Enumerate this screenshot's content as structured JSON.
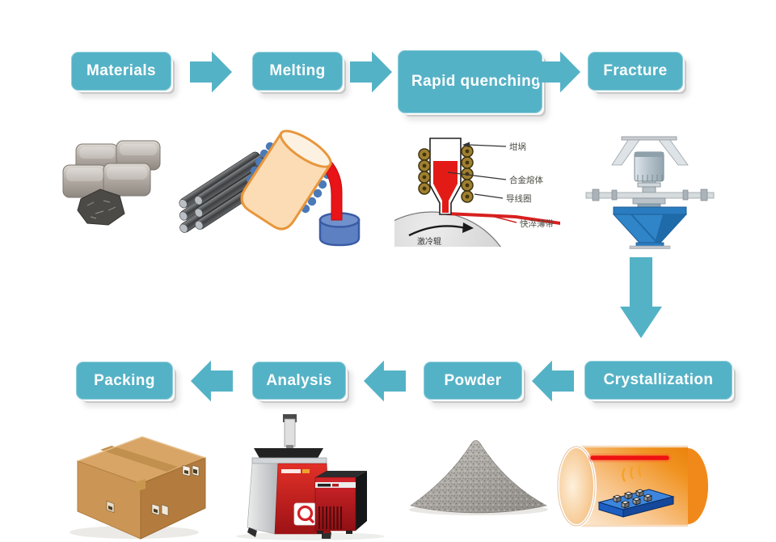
{
  "colors": {
    "box_fill": "#54b2c6",
    "box_text": "#ffffff",
    "arrow_fill": "#54b2c6",
    "page_bg": "#ffffff"
  },
  "flow": {
    "top_row": [
      {
        "id": "materials",
        "label": "Materials"
      },
      {
        "id": "melting",
        "label": "Melting"
      },
      {
        "id": "rapid-quenching",
        "label": "Rapid quenching"
      },
      {
        "id": "fracture",
        "label": "Fracture"
      }
    ],
    "bottom_row": [
      {
        "id": "packing",
        "label": "Packing"
      },
      {
        "id": "analysis",
        "label": "Analysis"
      },
      {
        "id": "powder",
        "label": "Powder"
      },
      {
        "id": "crystallization",
        "label": "Crystallization"
      }
    ]
  },
  "quench_diagram": {
    "labels": {
      "crucible": "坩埚",
      "alloy_melt": "合金熔体",
      "coil": "导线圈",
      "ribbon": "快淬薄带",
      "chill_roller": "激冷辊"
    }
  },
  "illustrations": {
    "materials": "metal-ingots-and-rods",
    "melting": "crucible-pouring-melt",
    "rapid_quenching": "melt-spinning-diagram",
    "fracture": "crusher-hopper-machine",
    "crystallization": "tube-furnace-with-sample-boat",
    "powder": "metal-powder-pile",
    "analysis": "spectrometer-and-chiller",
    "packing": "cardboard-box"
  }
}
